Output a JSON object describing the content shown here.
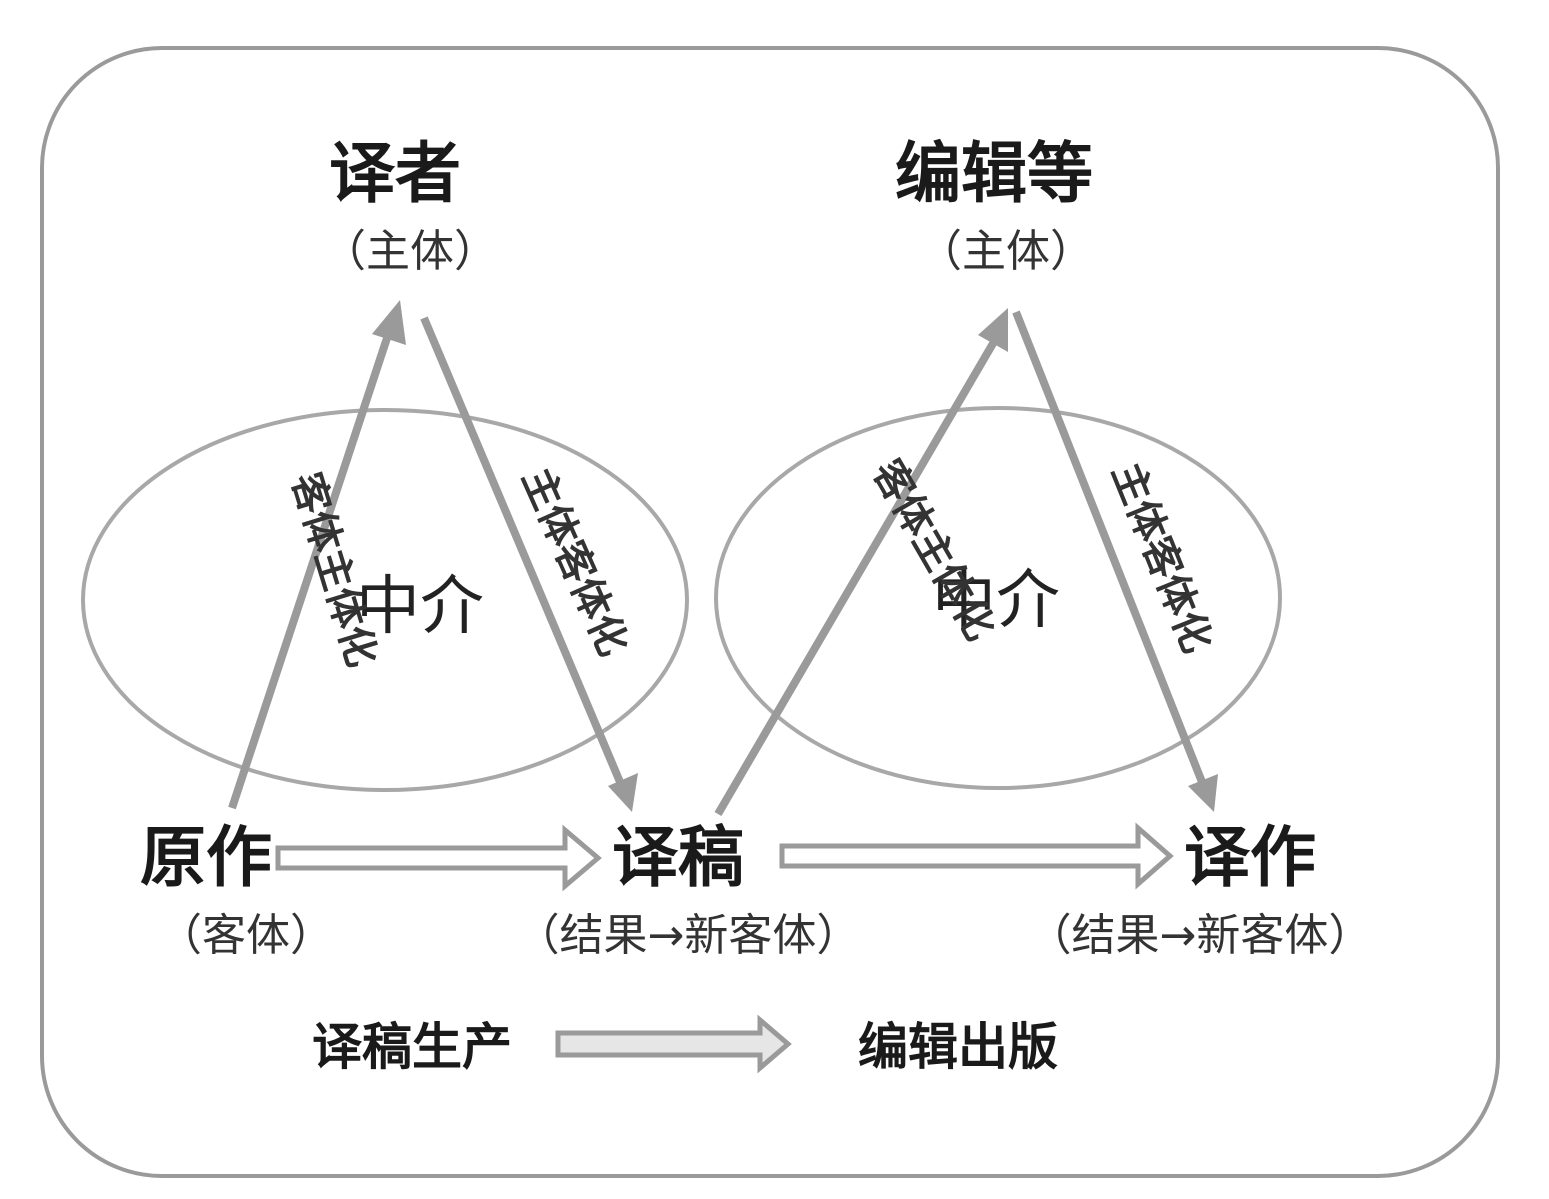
{
  "diagram": {
    "colors": {
      "frame": "#9a9a9a",
      "arrow": "#9a9a9a",
      "ellipse": "#a8a8a8",
      "text": "#1a1a1a"
    },
    "nodes": {
      "translator": {
        "title": "译者",
        "role": "（主体）"
      },
      "editors": {
        "title": "编辑等",
        "role": "（主体）"
      },
      "original": {
        "title": "原作",
        "role": "（客体）"
      },
      "draft": {
        "title": "译稿",
        "role": "（结果→新客体）"
      },
      "translation": {
        "title": "译作",
        "role": "（结果→新客体）"
      }
    },
    "mediation": {
      "left": "中介",
      "right": "中介"
    },
    "arrow_labels": {
      "left_up": "客体主体化",
      "left_down": "主体客体化",
      "right_up": "客体主体化",
      "right_down": "主体客体化"
    },
    "process": {
      "start": "译稿生产",
      "end": "编辑出版"
    }
  }
}
